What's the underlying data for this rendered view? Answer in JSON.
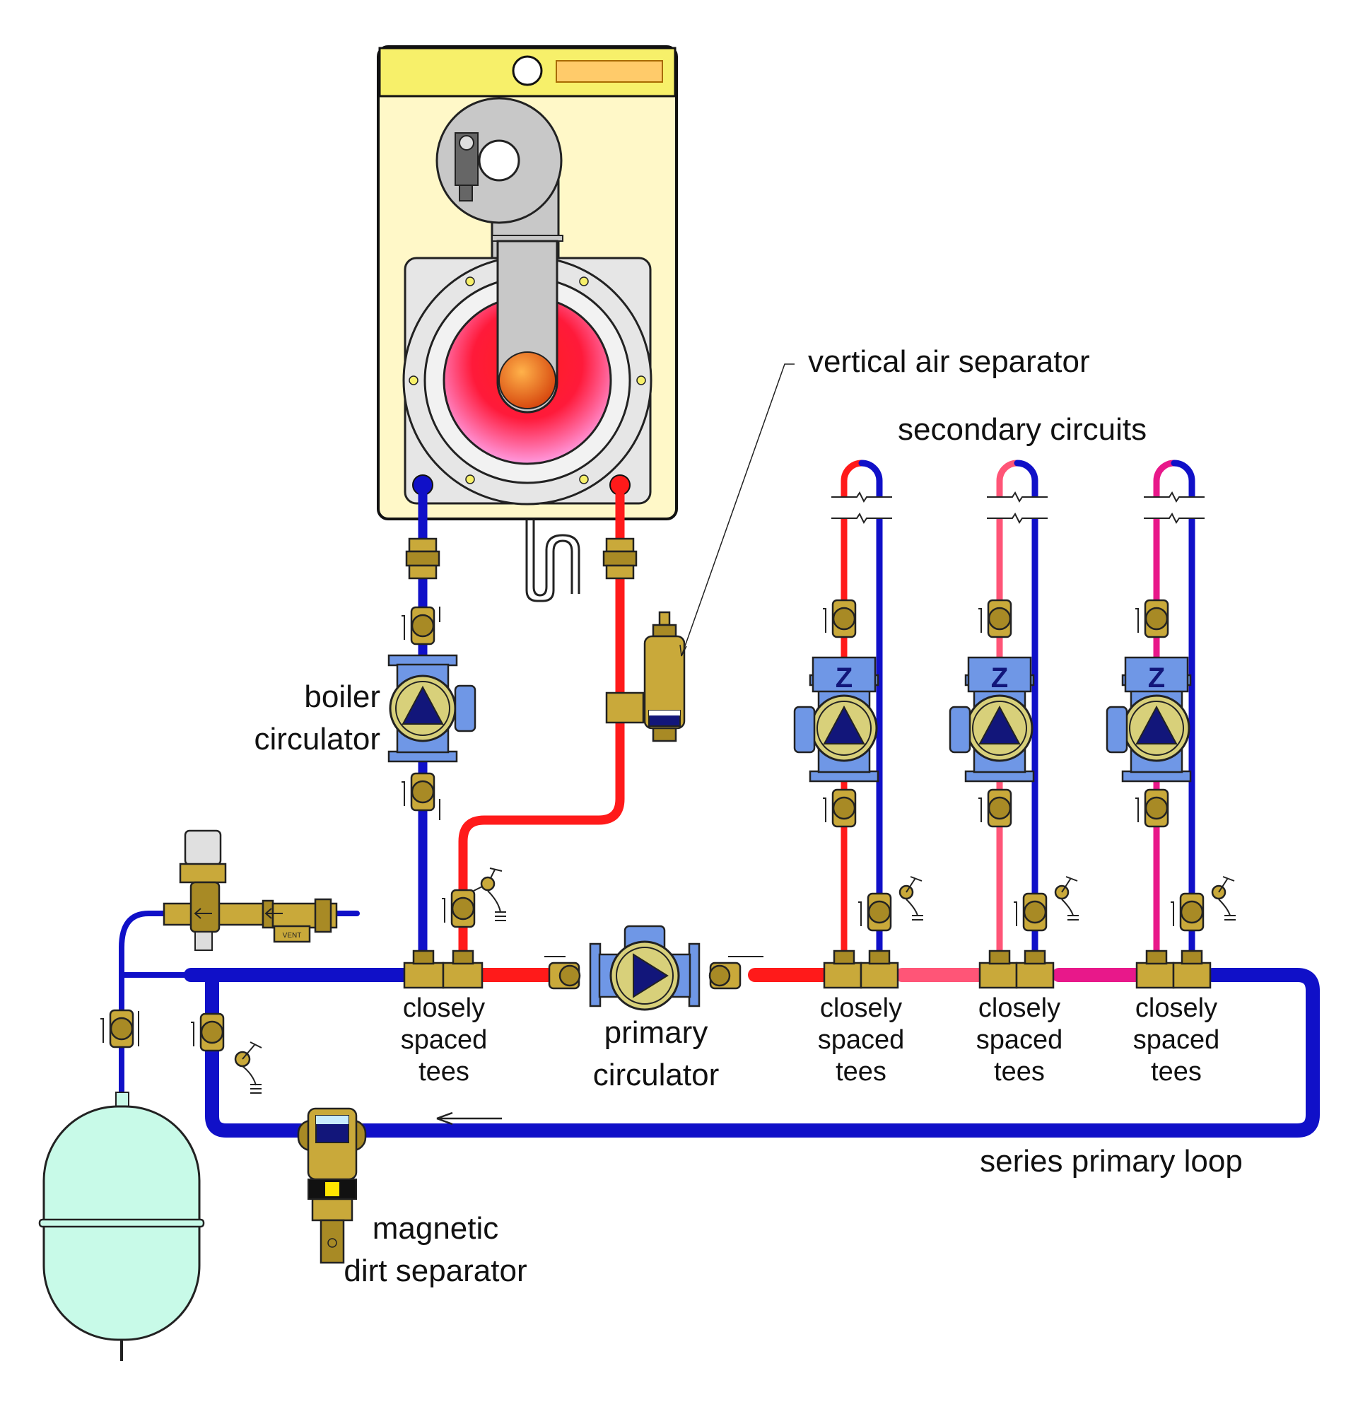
{
  "labels": {
    "vertical_air_separator": "vertical air separator",
    "secondary_circuits": "secondary circuits",
    "boiler_circulator_line1": "boiler",
    "boiler_circulator_line2": "circulator",
    "primary_circulator_line1": "primary",
    "primary_circulator_line2": "circulator",
    "tees_1": [
      "closely",
      "spaced",
      "tees"
    ],
    "tees_2": [
      "closely",
      "spaced",
      "tees"
    ],
    "tees_3": [
      "closely",
      "spaced",
      "tees"
    ],
    "tees_4": [
      "closely",
      "spaced",
      "tees"
    ],
    "series_primary_loop": "series primary loop",
    "magnetic_line1": "magnetic",
    "magnetic_line2": "dirt separator",
    "vent_tag": "VENT"
  },
  "colors": {
    "supply_hot": "#ff1a1a",
    "secondary_2": "#ff5577",
    "secondary_3": "#e8188a",
    "return_cold": "#1010c8",
    "brass": "#c9a93a",
    "pump_blue": "#6f97e6",
    "boiler_cabinet": "#fff8c8",
    "boiler_header": "#f7f06a",
    "expansion_tank": "#c8fae8"
  },
  "icons": [
    "boiler-icon",
    "burner-icon",
    "circulator-pump-icon",
    "air-separator-icon",
    "dirt-separator-icon",
    "expansion-tank-icon",
    "ball-valve-icon",
    "drain-valve-icon",
    "pressure-reducing-valve-icon",
    "flow-arrow-icon"
  ]
}
